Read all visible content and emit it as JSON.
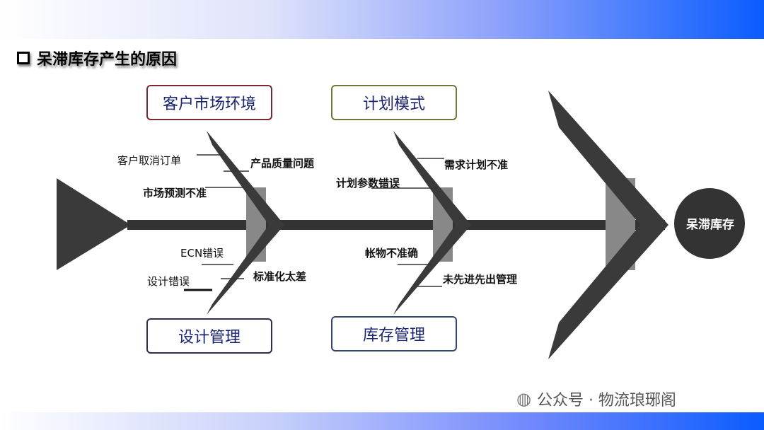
{
  "title": "呆滞库存产生的原因",
  "head": "呆滞库存",
  "categories": {
    "customer_market": "客户市场环境",
    "planning_mode": "计划模式",
    "design_management": "设计管理",
    "inventory_management": "库存管理"
  },
  "causes": {
    "cancel_order": "客户取消订单",
    "quality": "产品质量问题",
    "forecast": "市场预测不准",
    "demand_plan": "需求计划不准",
    "plan_params": "计划参数错误",
    "ecn": "ECN错误",
    "design_error": "设计错误",
    "standardization": "标准化太差",
    "account_mismatch": "帐物不准确",
    "fifo": "未先进先出管理"
  },
  "watermark": "公众号 · 物流琅琊阁",
  "colors": {
    "accent": "#0a5cff",
    "box_text": "#1c2470",
    "bone": "#3a3a3a"
  }
}
